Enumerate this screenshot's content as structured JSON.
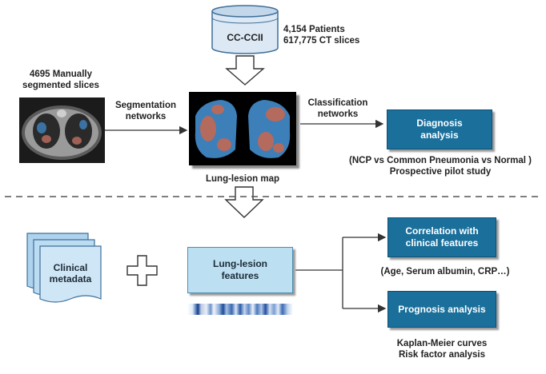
{
  "database": {
    "label": "CC-CCII",
    "info": "4,154 Patients\n617,775 CT slices"
  },
  "manual_slices": {
    "label": "4695 Manually\nsegmented slices"
  },
  "segmentation": {
    "label": "Segmentation\nnetworks"
  },
  "classification": {
    "label": "Classification\nnetworks"
  },
  "lesion_map": {
    "label": "Lung-lesion map"
  },
  "diagnosis": {
    "title": "Diagnosis\nanalysis",
    "detail": "(NCP vs Common Pneumonia vs Normal )\nProspective pilot study"
  },
  "clinical": {
    "label": "Clinical\nmetadata"
  },
  "features": {
    "label": "Lung-lesion\nfeatures"
  },
  "correlation": {
    "title": "Correlation with\nclinical features",
    "detail": "(Age, Serum albumin, CRP…)"
  },
  "prognosis": {
    "title": "Prognosis analysis",
    "detail": "Kaplan-Meier curves\nRisk factor analysis"
  },
  "colors": {
    "dark_box": "#1a6f9b",
    "light_box": "#bcdff2",
    "lesion_red": "#b56a5e",
    "lesion_blue": "#3d7fb8",
    "line": "#333333"
  }
}
